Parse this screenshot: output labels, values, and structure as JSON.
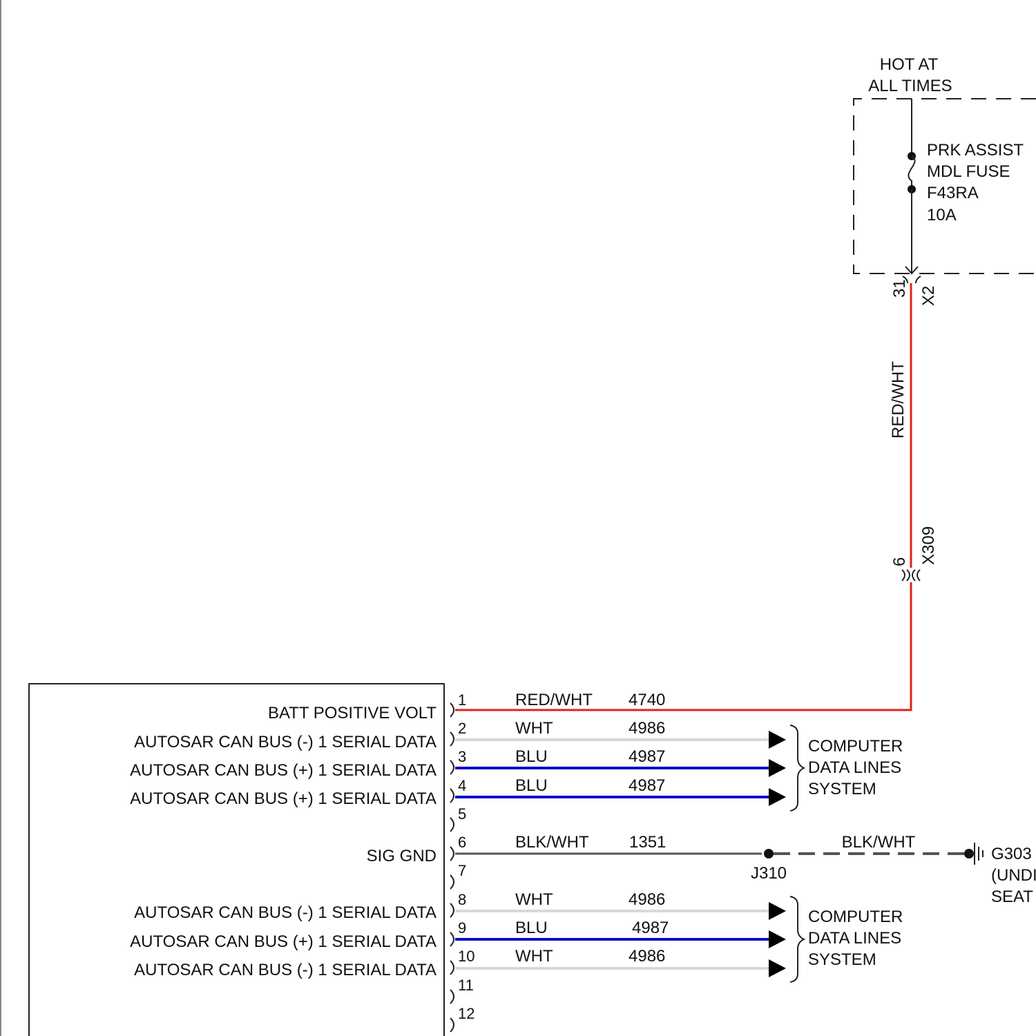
{
  "power": {
    "hot_line1": "HOT AT",
    "hot_line2": "ALL TIMES",
    "fuse_line1": "PRK ASSIST",
    "fuse_line2": "MDL FUSE",
    "fuse_line3": "F43RA",
    "fuse_line4": "10A"
  },
  "connectors": {
    "x2_pin": "31",
    "x2_name": "X2",
    "x309_pin": "6",
    "x309_name": "X309"
  },
  "feed_wire_color": "RED/WHT",
  "module": {
    "pins": [
      {
        "pin": "1",
        "label": "BATT POSITIVE VOLT",
        "wire_color": "RED/WHT",
        "circuit": "4740"
      },
      {
        "pin": "2",
        "label": "AUTOSAR CAN BUS (-) 1 SERIAL DATA",
        "wire_color": "WHT",
        "circuit": "4986"
      },
      {
        "pin": "3",
        "label": "AUTOSAR CAN BUS (+) 1 SERIAL DATA",
        "wire_color": "BLU",
        "circuit": "4987"
      },
      {
        "pin": "4",
        "label": "AUTOSAR CAN BUS (+) 1 SERIAL DATA",
        "wire_color": "BLU",
        "circuit": "4987"
      },
      {
        "pin": "5",
        "label": "",
        "wire_color": "",
        "circuit": ""
      },
      {
        "pin": "6",
        "label": "SIG GND",
        "wire_color": "BLK/WHT",
        "circuit": "1351"
      },
      {
        "pin": "7",
        "label": "",
        "wire_color": "",
        "circuit": ""
      },
      {
        "pin": "8",
        "label": "AUTOSAR CAN BUS (-) 1 SERIAL DATA",
        "wire_color": "WHT",
        "circuit": "4986"
      },
      {
        "pin": "9",
        "label": "AUTOSAR CAN BUS (+) 1 SERIAL DATA",
        "wire_color": "BLU",
        "circuit": "4987"
      },
      {
        "pin": "10",
        "label": "AUTOSAR CAN BUS (-) 1 SERIAL DATA",
        "wire_color": "WHT",
        "circuit": "4986"
      },
      {
        "pin": "11",
        "label": "",
        "wire_color": "",
        "circuit": ""
      },
      {
        "pin": "12",
        "label": "",
        "wire_color": "",
        "circuit": ""
      }
    ]
  },
  "data_lines_1": {
    "line1": "COMPUTER",
    "line2": "DATA LINES",
    "line3": "SYSTEM"
  },
  "data_lines_2": {
    "line1": "COMPUTER",
    "line2": "DATA LINES",
    "line3": "SYSTEM"
  },
  "ground": {
    "splice": "J310",
    "wire_color": "BLK/WHT",
    "name": "G303",
    "location_line1": "(UNDI",
    "location_line2": "SEAT"
  },
  "colors": {
    "red_wire": "#e02020",
    "blue_wire": "#0a10c8",
    "white_wire": "#d8d8d8",
    "black_wire": "#555555"
  }
}
